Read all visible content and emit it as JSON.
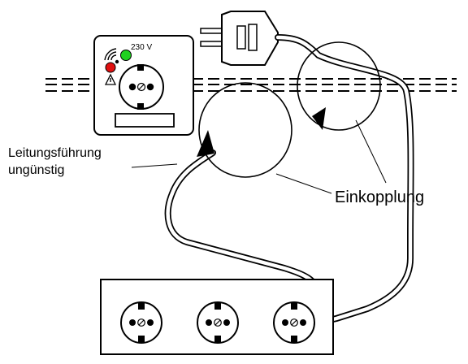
{
  "labels": {
    "voltage": "230 V",
    "routing_line1": "Leitungsführung",
    "routing_line2": "ungünstig",
    "coupling": "Einkopplung"
  },
  "colors": {
    "indicator_green": "#1fd11f",
    "indicator_red": "#e01010",
    "line": "#000000",
    "background": "#ffffff"
  },
  "icons": [
    "wireless-icon",
    "warning-icon"
  ],
  "power_strip": {
    "socket_count": 3
  }
}
